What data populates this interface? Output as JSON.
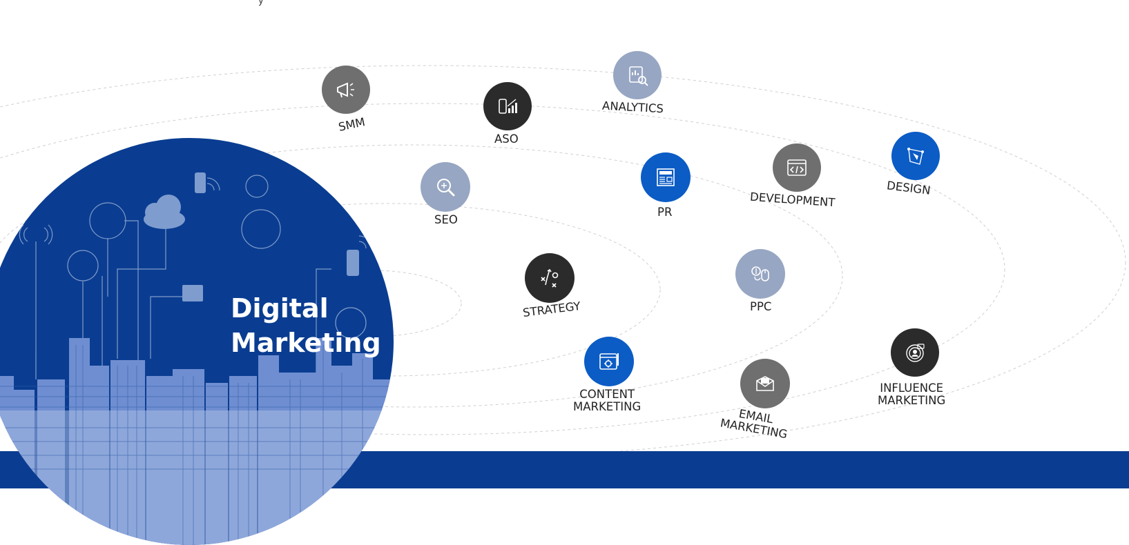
{
  "hero": {
    "title_line1": "Digital",
    "title_line2": "Marketing"
  },
  "top_fragment": "y",
  "colors": {
    "brand_blue": "#0a3d91",
    "accent_blue": "#0b5cc5",
    "dark": "#2b2b2b",
    "gray": "#6f6f6f",
    "light": "#97a6c2"
  },
  "channels": [
    {
      "label": "SMM",
      "icon": "megaphone-icon"
    },
    {
      "label": "ASO",
      "icon": "phone-chart-icon"
    },
    {
      "label": "ANALYTICS",
      "icon": "report-magnifier-icon"
    },
    {
      "label": "SEO",
      "icon": "magnifier-icon"
    },
    {
      "label": "PR",
      "icon": "newspaper-icon"
    },
    {
      "label": "DEVELOPMENT",
      "icon": "code-window-icon"
    },
    {
      "label": "DESIGN",
      "icon": "pen-tool-icon"
    },
    {
      "label": "STRATEGY",
      "icon": "playbook-icon"
    },
    {
      "label": "PPC",
      "icon": "money-mouse-icon"
    },
    {
      "label_line1": "CONTENT",
      "label_line2": "MARKETING",
      "icon": "content-gear-icon"
    },
    {
      "label_line1": "EMAIL",
      "label_line2": "MARKETING",
      "icon": "envelope-icon"
    },
    {
      "label_line1": "INFLUENCE",
      "label_line2": "MARKETING",
      "icon": "influencer-icon"
    }
  ]
}
